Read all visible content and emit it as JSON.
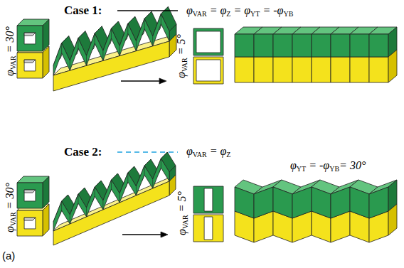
{
  "diagram": {
    "labels": [
      "φVAR = φZ = φYT = -φYB",
      "φVAR = 30°",
      "φVAR = 5°",
      "φVAR = φZ",
      "φYT = -φYB= 30°",
      "φVAR = 30°",
      "φVAR = 5°",
      "(a)"
    ],
    "legend": [
      {
        "text": "Case 1:"
      },
      {
        "text": "Case 2:"
      }
    ]
  }
}
